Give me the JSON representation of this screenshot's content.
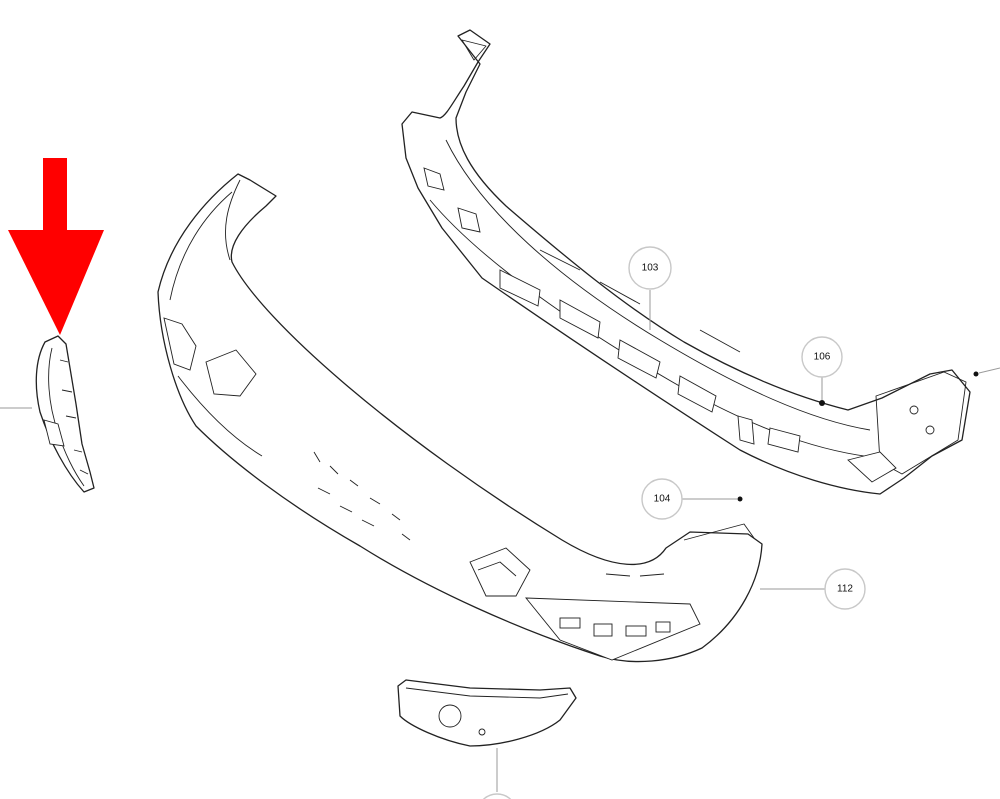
{
  "diagram": {
    "callouts": [
      {
        "label": "103"
      },
      {
        "label": "106"
      },
      {
        "label": "104"
      },
      {
        "label": "112"
      }
    ],
    "marker": {
      "icon": "down-arrow-icon"
    },
    "colors": {
      "line": "#222222",
      "arrow": "#ff0000",
      "background": "#ffffff",
      "callout_border": "#c8c8c8",
      "leader": "#9a9a9a"
    }
  }
}
